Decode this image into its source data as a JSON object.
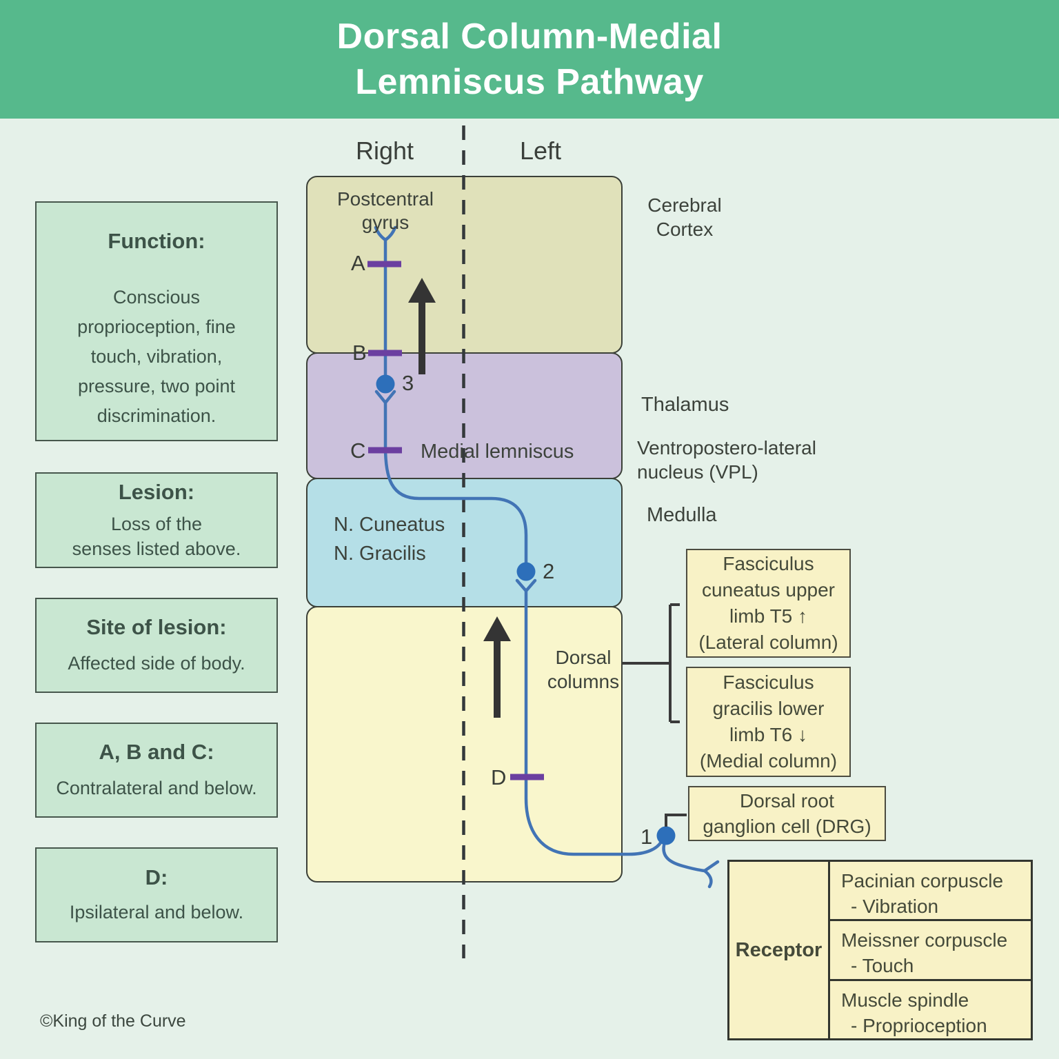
{
  "title": {
    "line1": "Dorsal Column-Medial",
    "line2": "Lemniscus Pathway"
  },
  "columns": {
    "right": "Right",
    "left": "Left"
  },
  "sidebar": {
    "boxes": [
      {
        "heading": "Function:",
        "body": "Conscious\nproprioception, fine\ntouch, vibration,\npressure, two point\ndiscrimination."
      },
      {
        "heading": "Lesion:",
        "body": "Loss of the\nsenses listed above."
      },
      {
        "heading": "Site of lesion:",
        "body": "Affected side of body."
      },
      {
        "heading": "A, B and C:",
        "body": "Contralateral and below."
      },
      {
        "heading": "D:",
        "body": "Ipsilateral and below."
      }
    ]
  },
  "diagram": {
    "postcentral_gyrus": "Postcentral\ngyrus",
    "medial_lemniscus": "Medial lemniscus",
    "nucleus_cuneatus": "N. Cuneatus",
    "nucleus_gracilis": "N. Gracilis",
    "dorsal_columns": "Dorsal\ncolumns",
    "lesions": {
      "a": "A",
      "b": "B",
      "c": "C",
      "d": "D"
    },
    "nodes": {
      "n1": "1",
      "n2": "2",
      "n3": "3"
    }
  },
  "side_annotations": {
    "cerebral_cortex": "Cerebral\nCortex",
    "thalamus": "Thalamus",
    "vpl": "Ventropostero-lateral\nnucleus (VPL)",
    "medulla": "Medulla"
  },
  "callouts": {
    "fasciculus_cuneatus": "Fasciculus\ncuneatus upper\nlimb T5 ↑\n(Lateral column)",
    "fasciculus_gracilis": "Fasciculus\ngracilis lower\nlimb T6 ↓\n(Medial column)",
    "drg": "Dorsal root\nganglion cell (DRG)"
  },
  "receptor_table": {
    "header": "Receptor",
    "rows": [
      {
        "name": "Pacinian corpuscle",
        "modality": "- Vibration"
      },
      {
        "name": "Meissner corpuscle",
        "modality": "- Touch"
      },
      {
        "name": "Muscle spindle",
        "modality": "- Proprioception"
      }
    ]
  },
  "footer": {
    "copyright": "©King of the Curve"
  },
  "colors": {
    "header_green": "#56b98c",
    "background": "#e5f1e9",
    "sidebar_green": "#c9e7d2",
    "cortex_olive": "#e0e1ba",
    "thalamus_purple": "#cbc1dc",
    "medulla_blue": "#b5dfe7",
    "spinal_yellow": "#f9f6cc",
    "callout_yellow": "#f8f2c6",
    "pathway_blue": "#4274b5",
    "node_blue": "#2d6fba",
    "lesion_purple": "#6b3fa0",
    "ink": "#3a3f3a"
  }
}
